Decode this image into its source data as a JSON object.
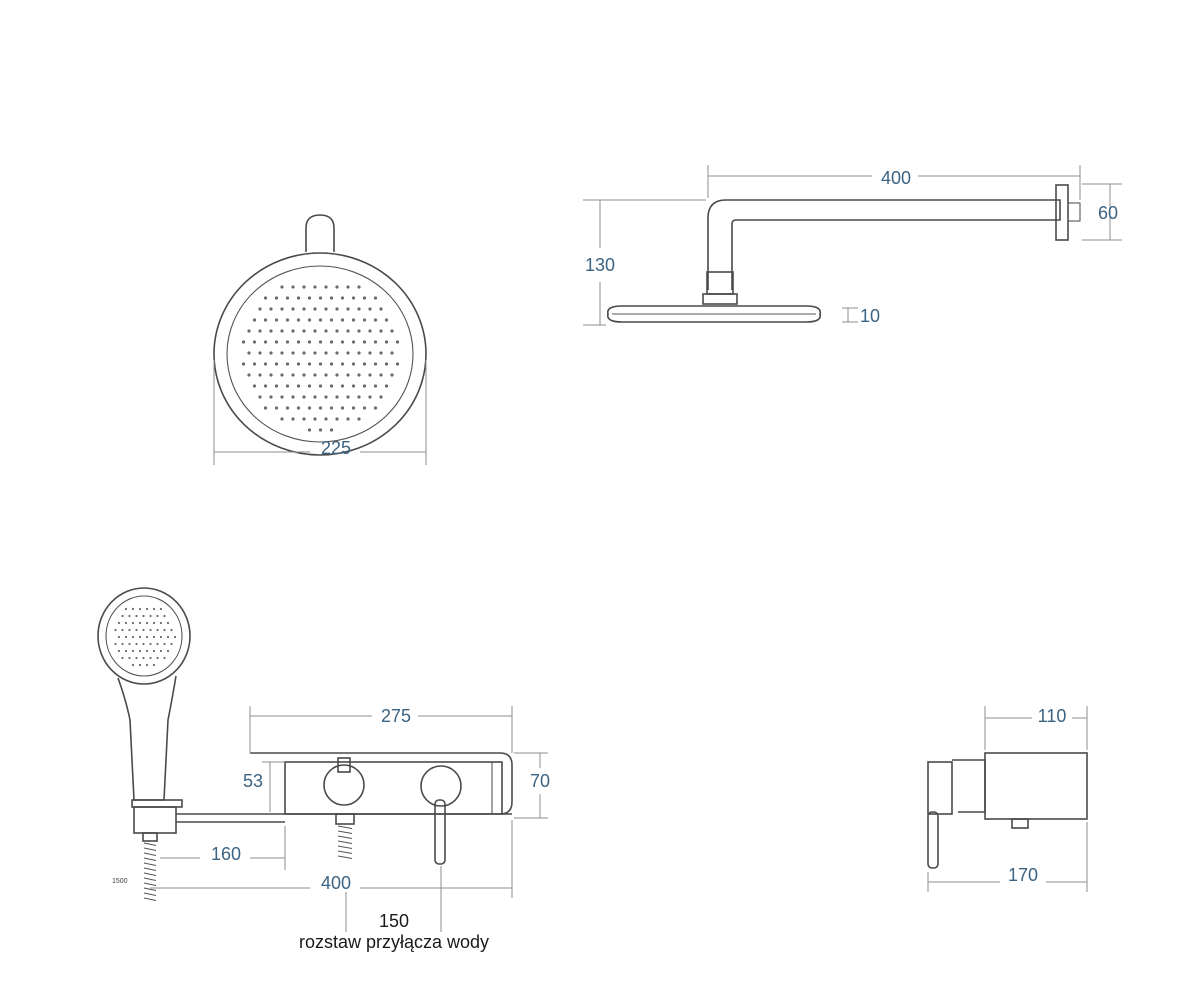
{
  "dims": {
    "rain_diameter": "225",
    "arm_length": "400",
    "arm_height": "130",
    "flange": "60",
    "head_thickness": "10",
    "panel_length": "275",
    "panel_inner_height": "53",
    "panel_height": "70",
    "hose_offset": "160",
    "hose_length": "1500",
    "bar_length": "400",
    "spacing": "150",
    "side_depth": "110",
    "side_total": "170"
  },
  "labels": {
    "spacing_caption": "rozstaw przyłącza wody"
  },
  "colors": {
    "dimension_text": "#3b6382",
    "lines": "#4a4a4a"
  }
}
